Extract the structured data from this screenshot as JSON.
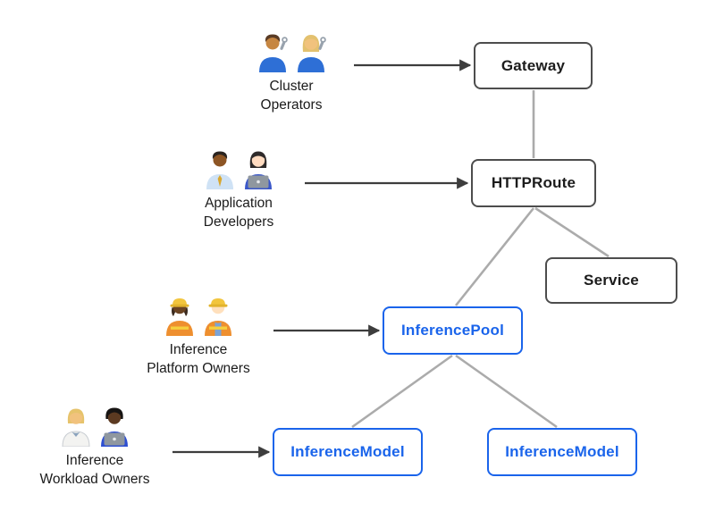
{
  "diagram": {
    "personas": [
      {
        "id": "cluster-operators",
        "label_line1": "Cluster",
        "label_line2": "Operators",
        "emoji_chars": "👨🏽‍🔧 👩🏼‍🔧",
        "arrow_target": "Gateway"
      },
      {
        "id": "application-developers",
        "label_line1": "Application",
        "label_line2": "Developers",
        "emoji_chars": "👨🏾‍💼 👩🏻‍💻",
        "arrow_target": "HTTPRoute"
      },
      {
        "id": "inference-platform-owners",
        "label_line1": "Inference",
        "label_line2": "Platform Owners",
        "emoji_chars": "👷🏿‍♀️ 👷🏻",
        "arrow_target": "InferencePool"
      },
      {
        "id": "inference-workload-owners",
        "label_line1": "Inference",
        "label_line2": "Workload Owners",
        "emoji_chars": "🧑🏼‍⚕️ 👨🏿‍💻",
        "arrow_target": "InferenceModel (left)"
      }
    ],
    "nodes": [
      {
        "label": "Gateway",
        "style": "dark"
      },
      {
        "label": "HTTPRoute",
        "style": "dark"
      },
      {
        "label": "Service",
        "style": "dark"
      },
      {
        "label": "InferencePool",
        "style": "blue"
      },
      {
        "label": "InferenceModel",
        "style": "blue"
      },
      {
        "label": "InferenceModel",
        "style": "blue"
      }
    ],
    "edges": [
      {
        "from": "Gateway",
        "to": "HTTPRoute"
      },
      {
        "from": "HTTPRoute",
        "to": "InferencePool"
      },
      {
        "from": "HTTPRoute",
        "to": "Service"
      },
      {
        "from": "InferencePool",
        "to": "InferenceModel (left)"
      },
      {
        "from": "InferencePool",
        "to": "InferenceModel (right)"
      }
    ],
    "colors": {
      "background": "#ffffff",
      "node_border_dark": "#4d4d4d",
      "node_text_dark": "#1c1c1c",
      "node_accent_blue": "#1a64eb",
      "edge_gray": "#ababab",
      "arrow_dark": "#3d3d3d",
      "persona_text": "#1b1b1b"
    }
  }
}
